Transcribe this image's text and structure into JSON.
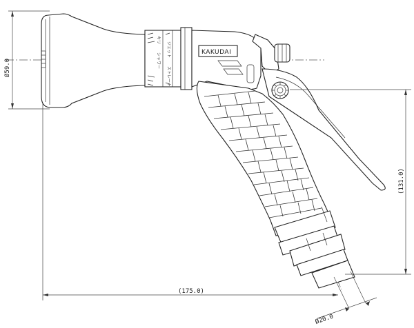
{
  "dimensions": {
    "height_dia": "Ø59.0",
    "grip_height": "(131.0)",
    "overall_length": "(175.0)",
    "outlet_dia": "Ø20.0"
  },
  "brand": {
    "label": "KAKUDAI"
  },
  "nozzle_mode_labels": [
    "キリ",
    "ジェット",
    "シャワー",
    "ストレート"
  ],
  "icons": {
    "brand-plate": "rectangle-plate",
    "adjust-wheel": "knurled-wheel-icon"
  }
}
